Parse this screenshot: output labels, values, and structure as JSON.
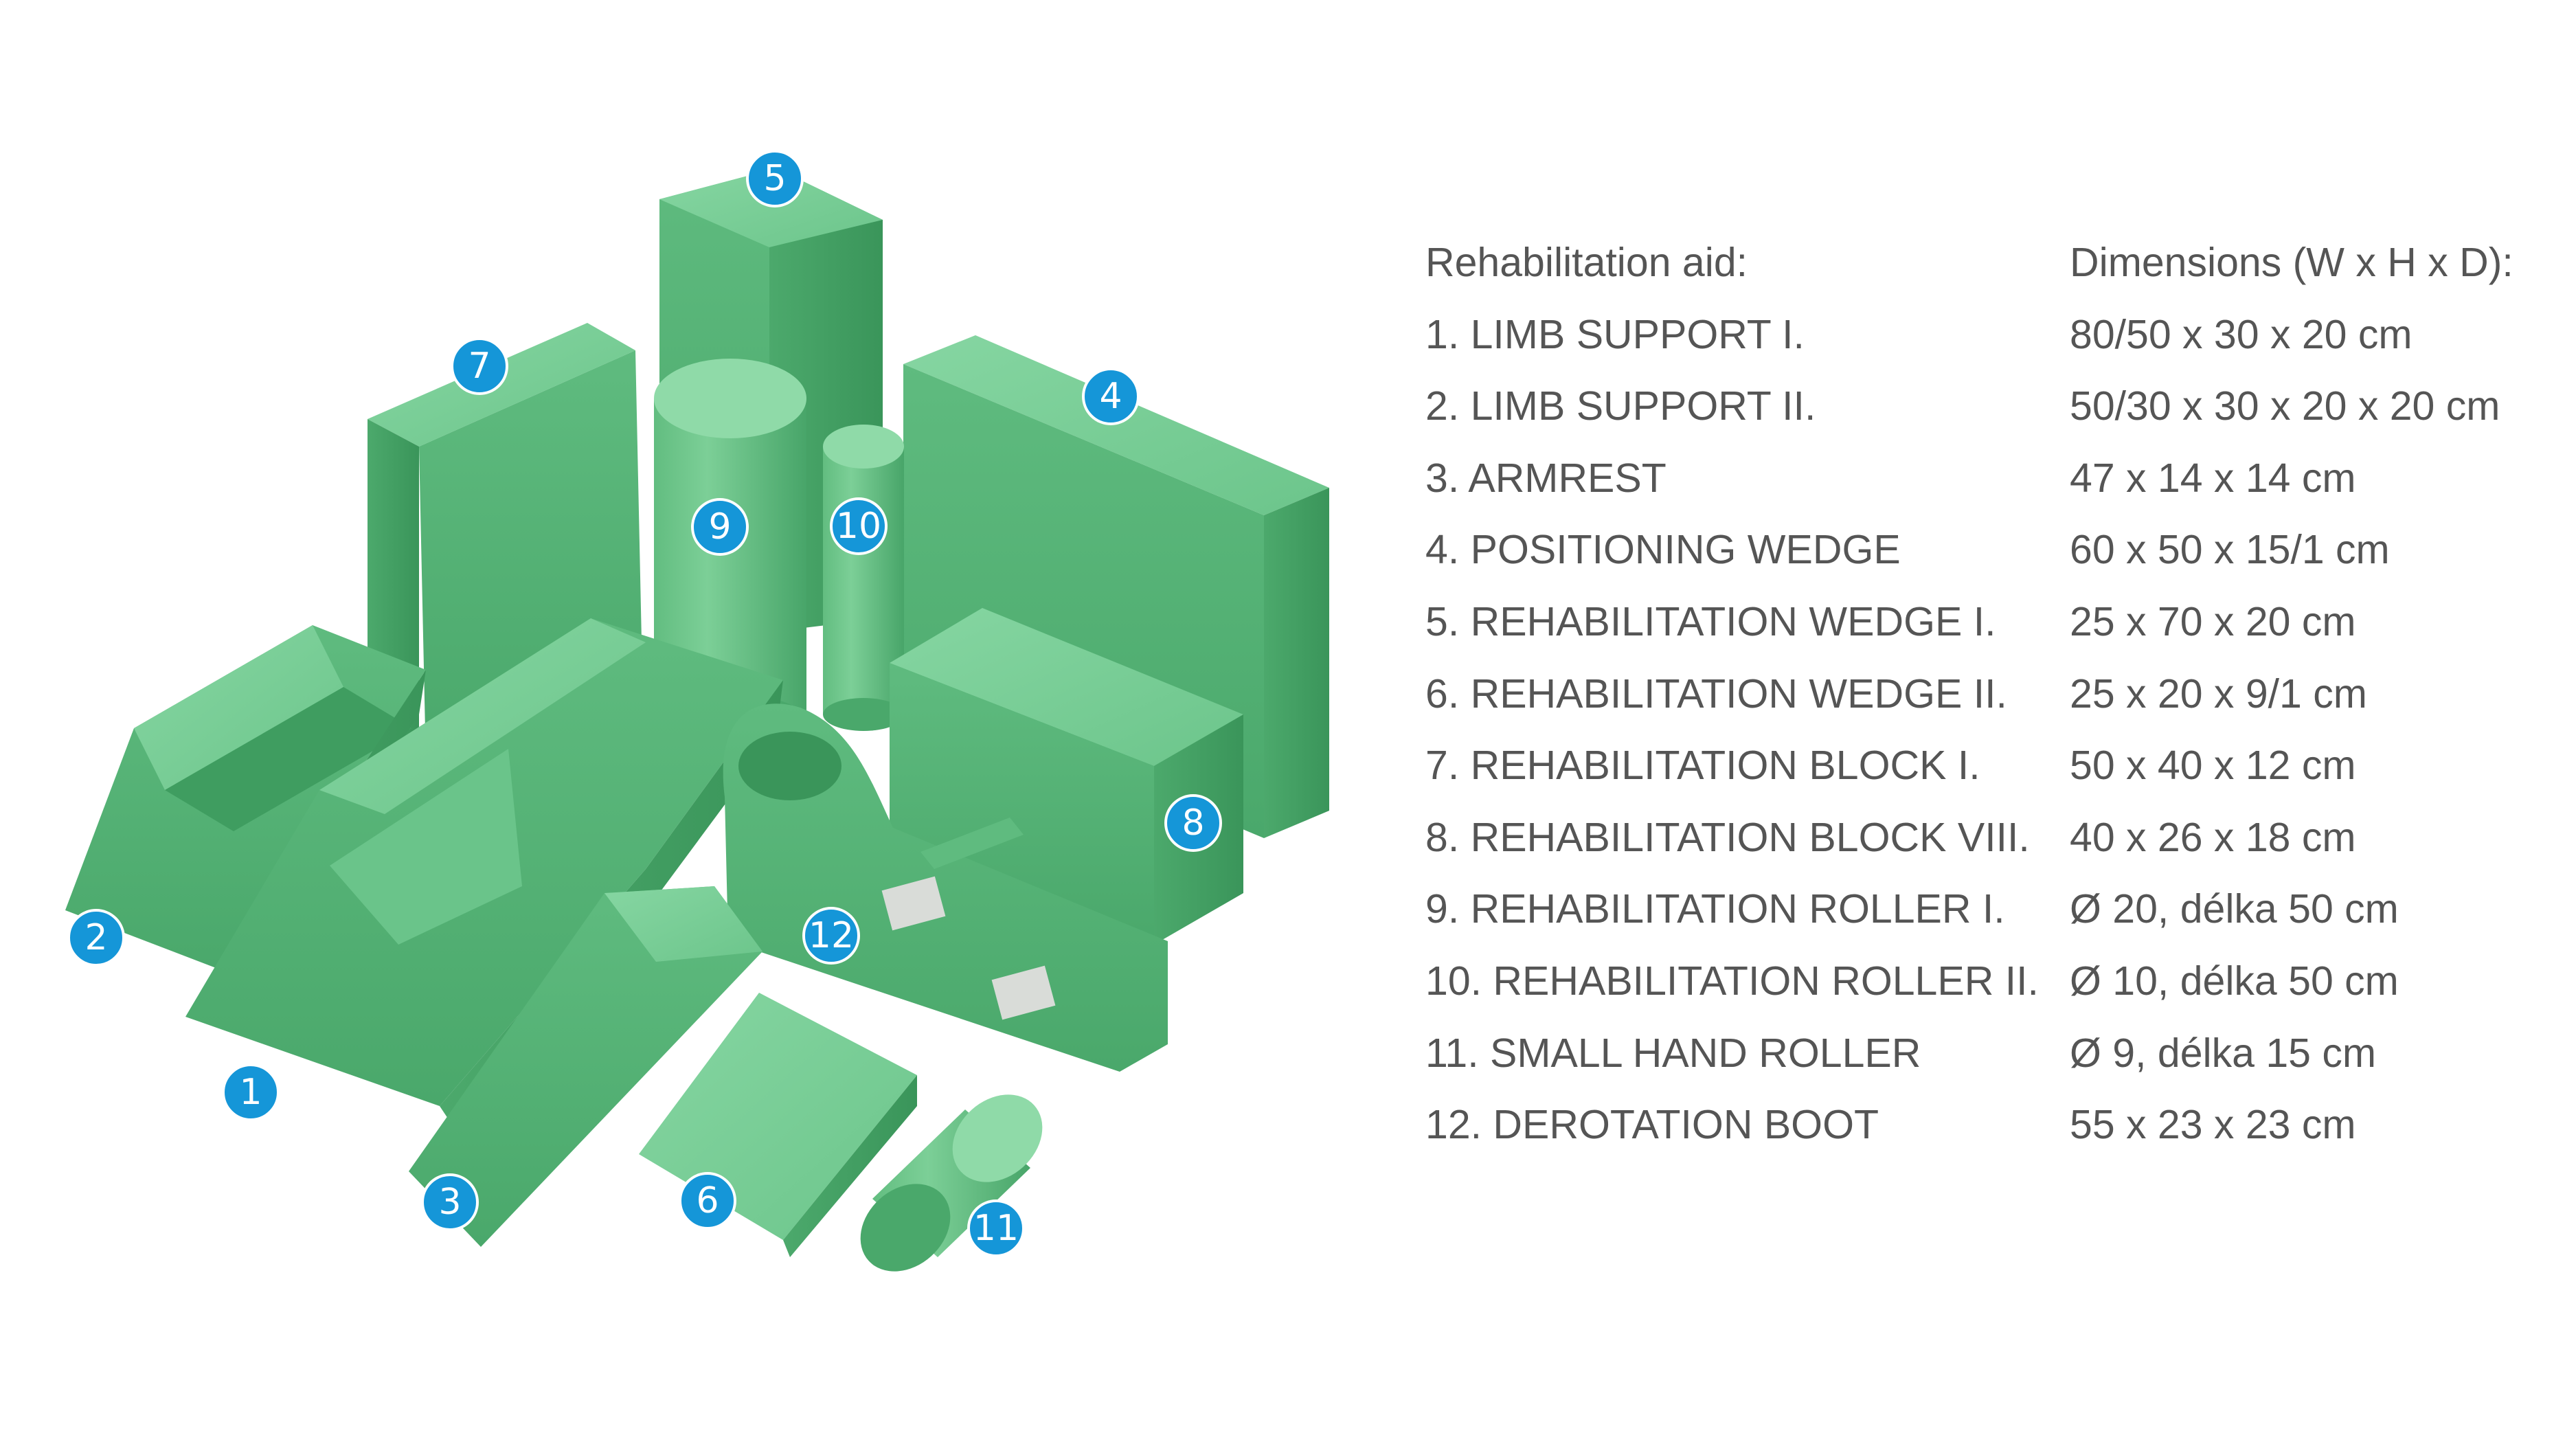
{
  "table": {
    "header_aid": "Rehabilitation aid:",
    "header_dimensions": "Dimensions (W x H x D):",
    "rows": [
      {
        "name": "1. LIMB SUPPORT I.",
        "dims": "80/50 x 30 x 20 cm"
      },
      {
        "name": "2. LIMB SUPPORT II.",
        "dims": "50/30 x 30 x 20 x 20 cm"
      },
      {
        "name": "3. ARMREST",
        "dims": "47 x 14 x 14 cm"
      },
      {
        "name": "4. POSITIONING WEDGE",
        "dims": "60 x 50 x 15/1 cm"
      },
      {
        "name": "5. REHABILITATION WEDGE I.",
        "dims": "25 x 70 x 20 cm"
      },
      {
        "name": "6. REHABILITATION WEDGE II.",
        "dims": "25 x 20 x 9/1 cm"
      },
      {
        "name": "7. REHABILITATION BLOCK I.",
        "dims": "50 x 40 x 12 cm"
      },
      {
        "name": "8. REHABILITATION BLOCK VIII.",
        "dims": "40 x 26 x 18 cm"
      },
      {
        "name": "9. REHABILITATION ROLLER I.",
        "dims": "Ø 20, délka 50 cm"
      },
      {
        "name": "10. REHABILITATION ROLLER II.",
        "dims": "Ø 10, délka 50 cm"
      },
      {
        "name": "11. SMALL HAND ROLLER",
        "dims": "Ø 9, délka 15 cm"
      },
      {
        "name": "12. DEROTATION BOOT",
        "dims": "55 x 23 x 23 cm"
      }
    ]
  },
  "badges": [
    "1",
    "2",
    "3",
    "4",
    "5",
    "6",
    "7",
    "8",
    "9",
    "10",
    "11",
    "12"
  ],
  "colors": {
    "foam_light": "#6ac48a",
    "foam_mid": "#4fae70",
    "foam_dark": "#3b9a5c",
    "badge": "#1596d8",
    "text": "#555555"
  }
}
